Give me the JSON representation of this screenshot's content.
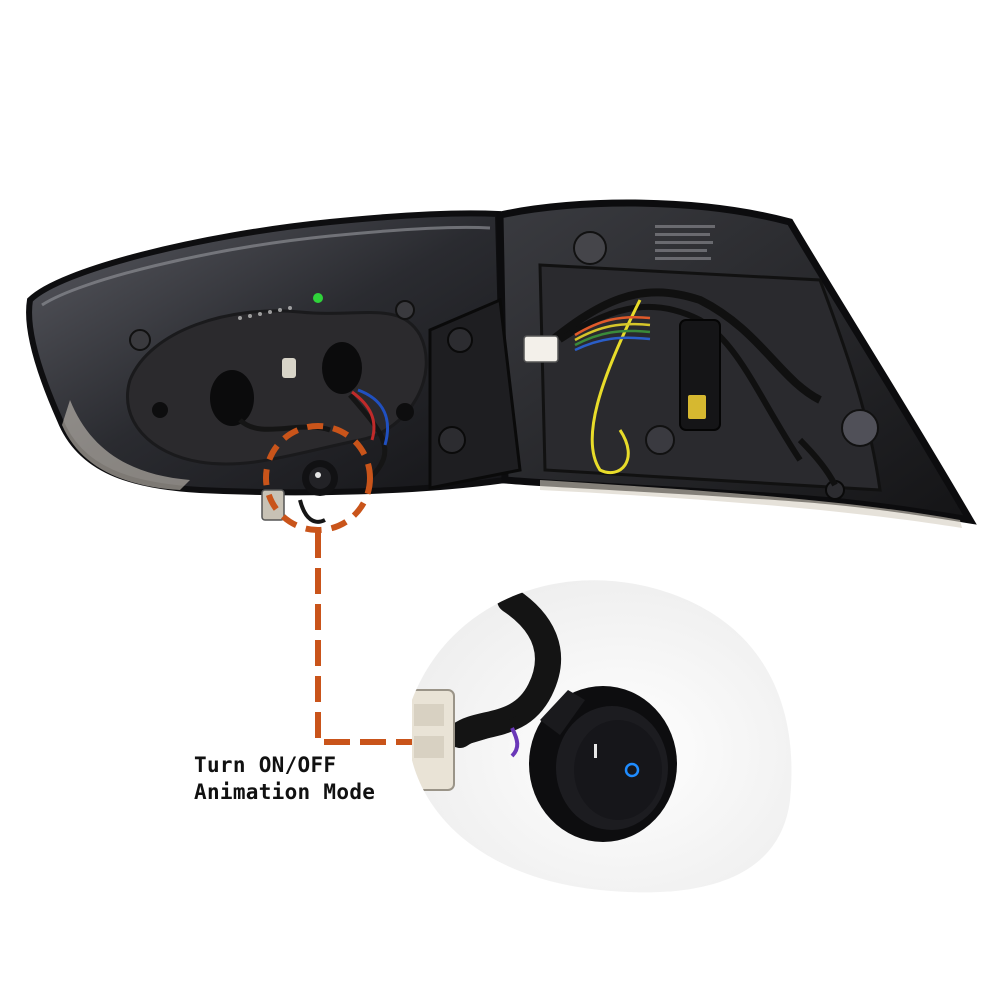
{
  "caption": {
    "line1": "Turn ON/OFF",
    "line2": "Animation Mode"
  },
  "switch": {
    "on_symbol": "I",
    "off_symbol": "O"
  },
  "colors": {
    "callout_accent": "#c9541a",
    "housing": "#1c1c1f",
    "indicator_led": "#2fd33a",
    "switch_off_symbol": "#1f8cff",
    "wire_yellow": "#e8dc2a"
  },
  "icons": {
    "callout_marker": "dashed-circle-icon",
    "rocker_switch": "rocker-switch-icon",
    "connector": "connector-plug-icon"
  }
}
